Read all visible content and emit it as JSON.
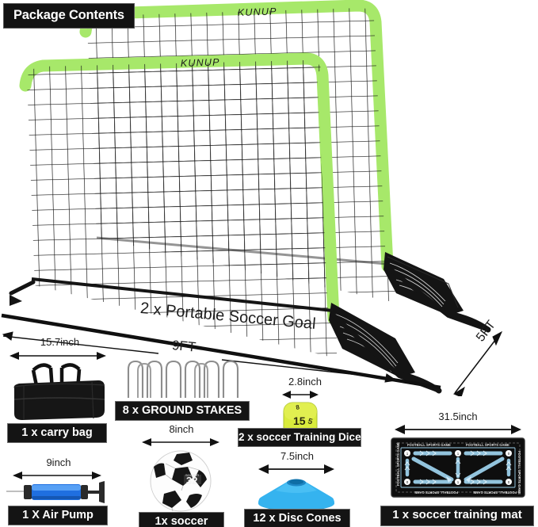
{
  "header": {
    "badge": "Package Contents"
  },
  "brand": {
    "logo_text": "KUNUP",
    "frame_color": "#a7e86a",
    "net_color": "#111111"
  },
  "goal": {
    "caption": "2 x Portable Soccer Goal",
    "width_label": "9FT",
    "depth_label": "5FT",
    "count": 2
  },
  "items": [
    {
      "id": "carry-bag",
      "caption": "1 x carry bag",
      "dimension": "15.7inch",
      "icon": "duffel-bag-icon",
      "color": "#1a1a1a"
    },
    {
      "id": "ground-stakes",
      "caption": "8 x GROUND STAKES",
      "dimension": "",
      "icon": "ground-stake-icon",
      "count": 8,
      "color": "#8c8c8c"
    },
    {
      "id": "training-dice",
      "caption": "2 x soccer Training Dice",
      "dimension": "2.8inch",
      "icon": "dice-icon",
      "face_value": "15",
      "color": "#d7ec3f"
    },
    {
      "id": "air-pump",
      "caption": "1 X Air Pump",
      "dimension": "9inch",
      "icon": "air-pump-icon",
      "color": "#1f6fe0"
    },
    {
      "id": "soccer-ball",
      "caption": "1x soccer",
      "dimension": "8inch",
      "icon": "soccer-ball-icon",
      "ball_number": "32",
      "color": "#ffffff"
    },
    {
      "id": "disc-cones",
      "caption": "12 x Disc Cones",
      "dimension": "7.5inch",
      "icon": "disc-cone-icon",
      "color": "#27a9e1"
    },
    {
      "id": "training-mat",
      "caption": "1 x soccer training mat",
      "dimension": "31.5inch",
      "icon": "training-mat-icon",
      "mat_text": "FOOTBALL SPORTS GAME",
      "color": "#9fd4ef"
    }
  ]
}
